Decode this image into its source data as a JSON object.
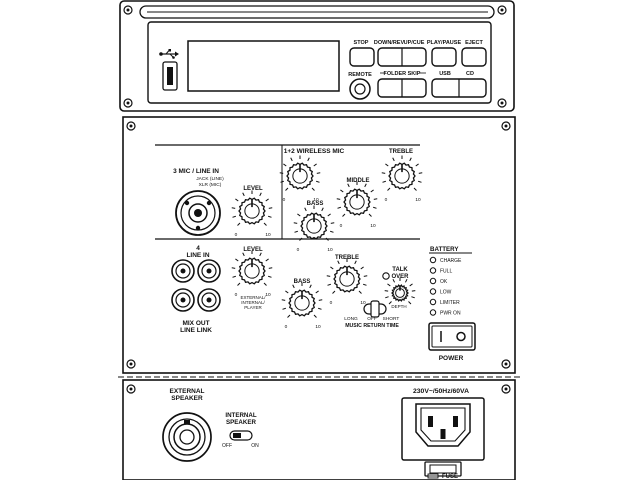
{
  "top_panel": {
    "buttons": {
      "stop": "STOP",
      "down_rev": "DOWN/REV",
      "up_cue": "UP/CUE",
      "play_pause": "PLAY/PAUSE",
      "eject": "EJECT",
      "remote": "REMOTE",
      "folder_skip": "FOLDER SKIP",
      "usb": "USB",
      "cd": "CD"
    }
  },
  "mixer_panel": {
    "mic_line_in": {
      "title": "3 MIC / LINE IN",
      "sub1": "JACK (LINE)",
      "sub2": "XLR (MIC)"
    },
    "wireless_mic": "1+2 WIRELESS MIC",
    "line_in": {
      "num": "4",
      "title": "LINE IN"
    },
    "mix_out": {
      "line1": "MIX OUT",
      "line2": "LINE LINK"
    },
    "knobs": {
      "level": "LEVEL",
      "bass": "BASS",
      "middle": "MIDDLE",
      "treble": "TREBLE",
      "talk_over_1": "TALK",
      "talk_over_2": "OVER",
      "depth": "DEPTH"
    },
    "scale": {
      "min": "0",
      "max": "10"
    },
    "level2_sub": {
      "l1": "EXTERNAL/",
      "l2": "INTERNAL/",
      "l3": "PLAYER"
    },
    "music_return": {
      "long": "LONG",
      "off": "OFF",
      "short": "SHORT",
      "title": "MUSIC RETURN TIME"
    },
    "battery": {
      "title": "BATTERY",
      "items": [
        "CHARGE",
        "FULL",
        "OK",
        "LOW",
        "LIMITER",
        "PWR ON"
      ]
    },
    "power": "POWER"
  },
  "bottom_panel": {
    "external_speaker": {
      "l1": "EXTERNAL",
      "l2": "SPEAKER"
    },
    "internal_speaker": {
      "l1": "INTERNAL",
      "l2": "SPEAKER",
      "off": "OFF",
      "on": "ON"
    },
    "mains": "230V~/50Hz/60VA",
    "fuse": "FUSE"
  }
}
